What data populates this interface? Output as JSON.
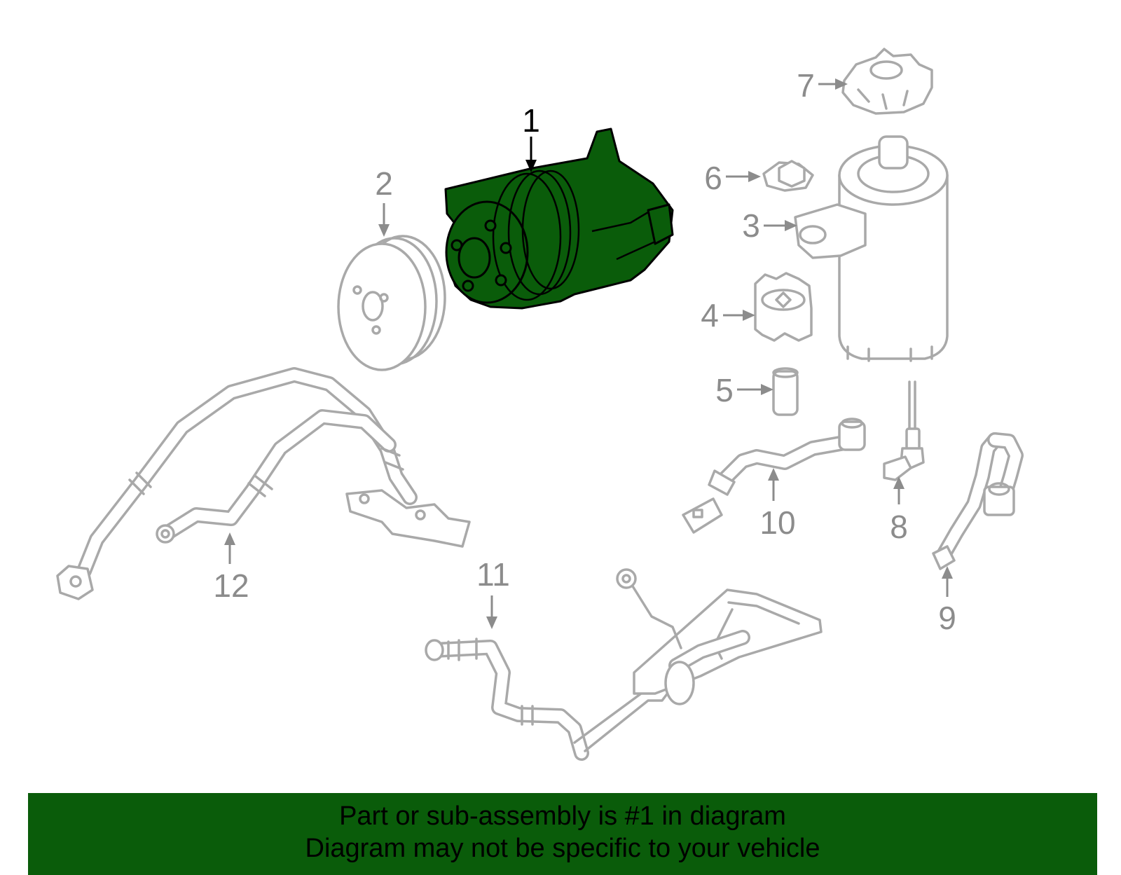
{
  "diagram": {
    "highlight_color": "#0a5c0a",
    "part_color": "#a9a9a9",
    "callouts": [
      {
        "id": "1",
        "label": "1",
        "highlighted": true
      },
      {
        "id": "2",
        "label": "2",
        "highlighted": false
      },
      {
        "id": "3",
        "label": "3",
        "highlighted": false
      },
      {
        "id": "4",
        "label": "4",
        "highlighted": false
      },
      {
        "id": "5",
        "label": "5",
        "highlighted": false
      },
      {
        "id": "6",
        "label": "6",
        "highlighted": false
      },
      {
        "id": "7",
        "label": "7",
        "highlighted": false
      },
      {
        "id": "8",
        "label": "8",
        "highlighted": false
      },
      {
        "id": "9",
        "label": "9",
        "highlighted": false
      },
      {
        "id": "10",
        "label": "10",
        "highlighted": false
      },
      {
        "id": "11",
        "label": "11",
        "highlighted": false
      },
      {
        "id": "12",
        "label": "12",
        "highlighted": false
      }
    ]
  },
  "banner": {
    "line1": "Part or sub-assembly is #1 in diagram",
    "line2": "Diagram may not be specific to your vehicle"
  }
}
